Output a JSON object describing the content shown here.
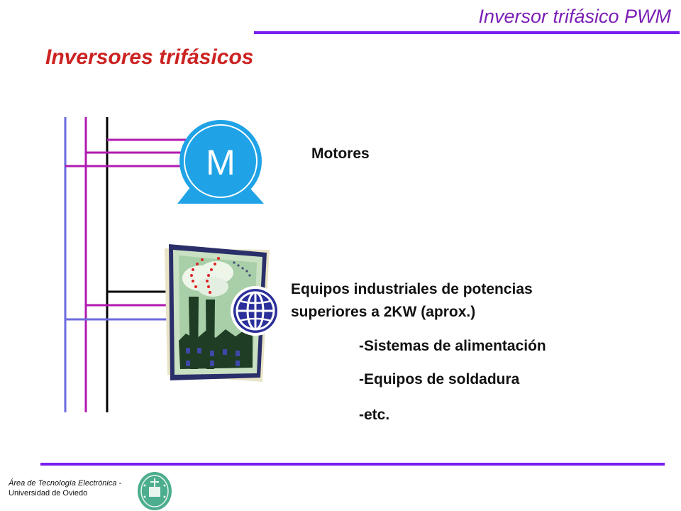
{
  "header": {
    "title": "Inversor trifásico PWM"
  },
  "slide": {
    "title": "Inversores trifásicos"
  },
  "motor": {
    "symbol": "M",
    "label": "Motores"
  },
  "industrial": {
    "line1": "Equipos industriales de potencias",
    "line2": "superiores a 2KW (aprox.)",
    "items": [
      "-Sistemas de alimentación",
      "-Equipos de soldadura",
      "-etc."
    ]
  },
  "footer": {
    "line1": "Área de Tecnología Electrónica -",
    "line2": "Universidad de Oviedo"
  },
  "colors": {
    "phase1": "#6b6bdf",
    "phase2": "#b01ab0",
    "phase3": "#000000",
    "motor": "#1fa3e6",
    "accent_rule": "#7a1ff0",
    "title": "#cc2222",
    "header": "#7a1fb5"
  },
  "icons": [
    "motor-icon",
    "factory-clipart-icon",
    "globe-icon",
    "university-seal-icon"
  ]
}
